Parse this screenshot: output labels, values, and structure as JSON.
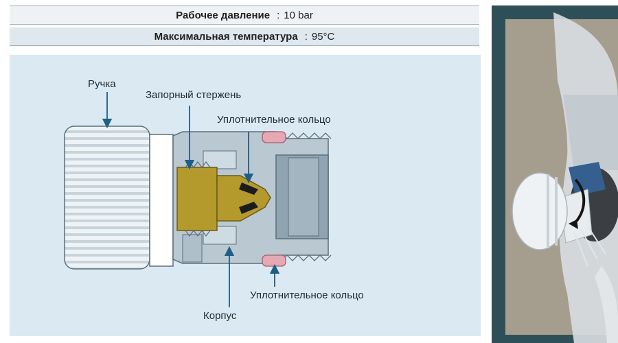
{
  "specs": [
    {
      "label": "Рабочее давление",
      "separator": ":",
      "value": "10 bar"
    },
    {
      "label": "Максимальная температура",
      "separator": ":",
      "value": "95°C"
    }
  ],
  "callouts": {
    "handle": "Ручка",
    "stem": "Запорный стержень",
    "seal_top": "Уплотнительное кольцо",
    "seal_bottom": "Уплотнительное кольцо",
    "body": "Корпус"
  },
  "colors": {
    "panel_bg": "#dbe9f2",
    "metal": "#b9c8d1",
    "brass": "#b49a2c",
    "seal": "#e6a9b3",
    "outline": "#5b6f7b",
    "arrow": "#1f5e86"
  },
  "icons": {
    "rotation_arrow": "curved-arrow-icon"
  }
}
